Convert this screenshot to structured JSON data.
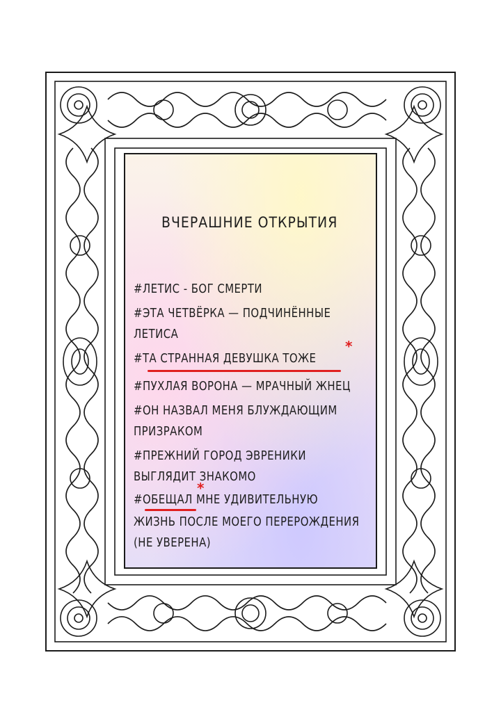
{
  "card": {
    "title": "ВЧЕРАШНИЕ ОТКРЫТИЯ",
    "lines": [
      "#ЛЕТИС - БОГ СМЕРТИ",
      "#ЭТА ЧЕТВЁРКА — ПОДЧИНЁННЫЕ",
      "ЛЕТИСА",
      "#ТА СТРАННАЯ ДЕВУШКА ТОЖЕ",
      "#ПУХЛАЯ ВОРОНА — МРАЧНЫЙ ЖНЕЦ",
      "#ОН НАЗВАЛ МЕНЯ БЛУЖДАЮЩИМ",
      "ПРИЗРАКОМ",
      "#ПРЕЖНИЙ ГОРОД ЭВРЕНИКИ",
      "ВЫГЛЯДИТ ЗНАКОМО",
      "#ОБЕЩАЛ МНЕ УДИВИТЕЛЬНУЮ",
      "ЖИЗНЬ ПОСЛЕ МОЕГО ПЕРЕРОЖДЕНИЯ",
      "(НЕ УВЕРЕНА)"
    ],
    "marks": {
      "star_glyph": "*"
    }
  },
  "colors": {
    "ink": "#1e1e1e",
    "red_mark": "#e01f1f"
  }
}
